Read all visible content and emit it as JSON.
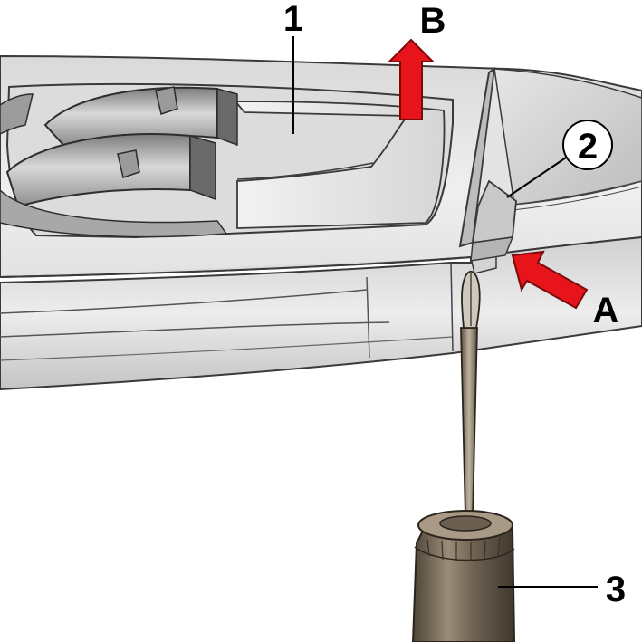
{
  "labels": {
    "part_1": "1",
    "part_2": "2",
    "part_3": "3",
    "arrow_a": "A",
    "arrow_b": "B"
  },
  "colors": {
    "arrow_fill": "#e8141b",
    "arrow_stroke": "#7a0a0a",
    "housing_light": "#ececec",
    "housing_mid": "#cfcfcf",
    "housing_dark": "#9a9a9a",
    "outline": "#3a3a3a",
    "screwdriver_handle": "#6e6152",
    "screwdriver_shaft": "#8a7c6a"
  },
  "icons": {
    "arrow_a": "push-arrow-icon",
    "arrow_b": "lift-arrow-icon",
    "part_3": "screwdriver-icon"
  }
}
